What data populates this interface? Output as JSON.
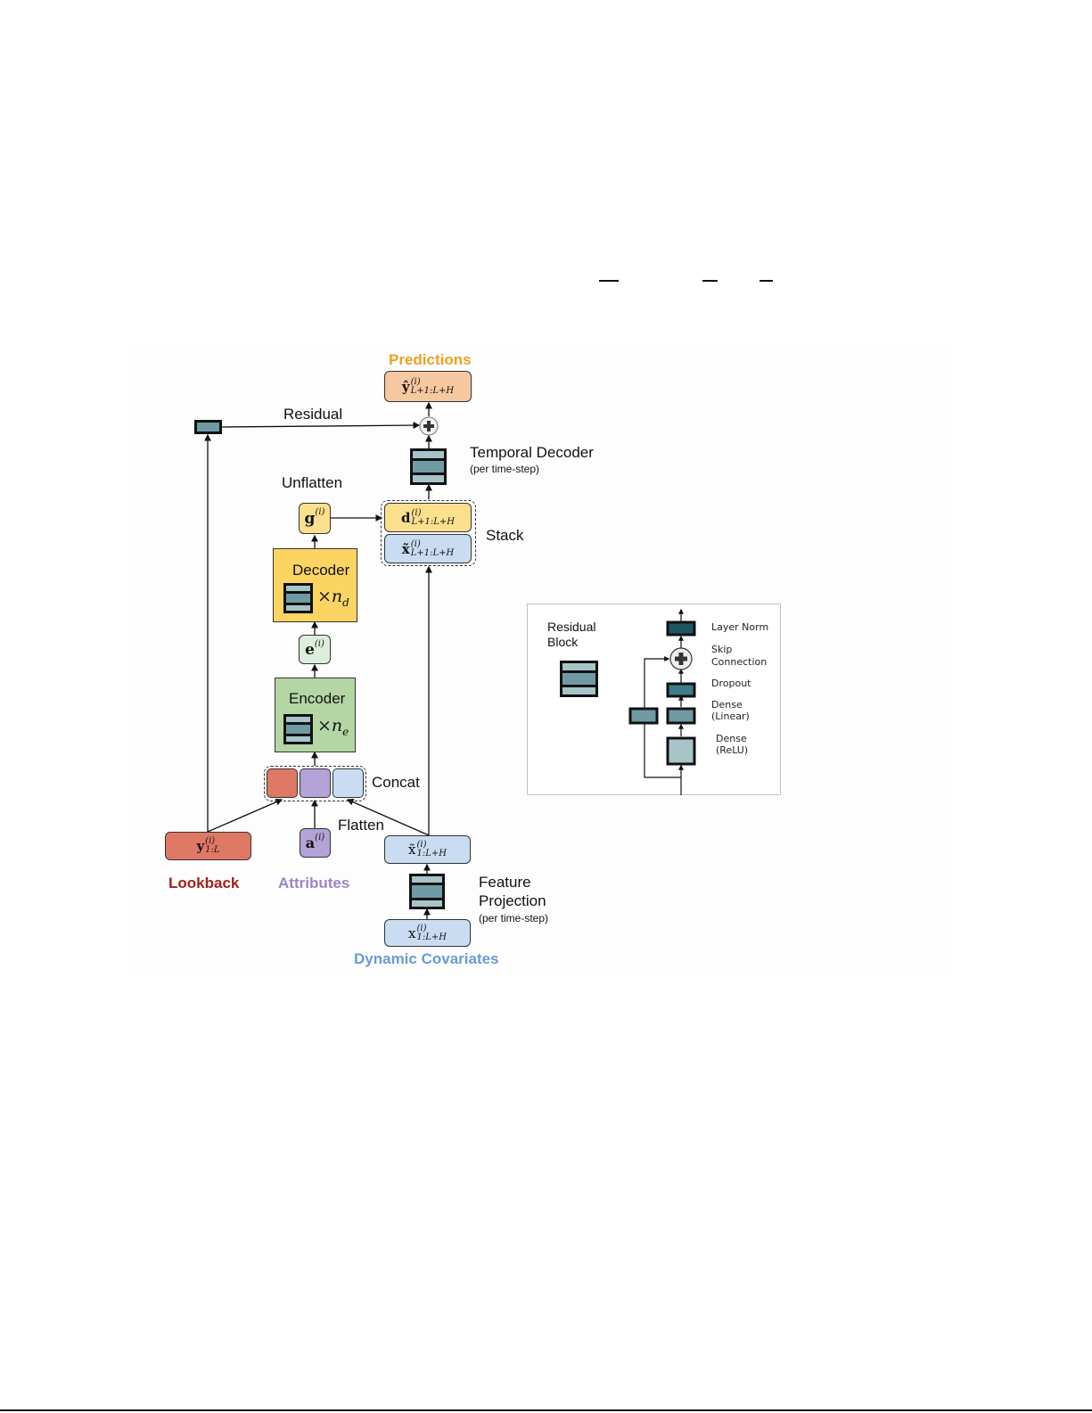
{
  "figure": {
    "titles": {
      "predictions": "Predictions",
      "lookback": "Lookback",
      "attributes": "Attributes",
      "dynamic_covariates": "Dynamic Covariates"
    },
    "labels": {
      "residual": "Residual",
      "temporal_decoder": "Temporal Decoder",
      "temporal_decoder_sub": "(per time-step)",
      "unflatten": "Unflatten",
      "stack": "Stack",
      "decoder": "Decoder",
      "encoder": "Encoder",
      "concat": "Concat",
      "flatten": "Flatten",
      "feature_projection_1": "Feature",
      "feature_projection_2": "Projection",
      "feature_projection_sub": "(per time-step)",
      "decoder_repeat": "×n",
      "decoder_repeat_sub": "d",
      "encoder_repeat": "×n",
      "encoder_repeat_sub": "e"
    },
    "nodes": {
      "y_hat": {
        "sym": "ŷ",
        "sup": "(i)",
        "sub": "L+1:L+H"
      },
      "g": {
        "sym": "g",
        "sup": "(i)"
      },
      "d": {
        "sym": "d",
        "sup": "(i)",
        "sub": "L+1:L+H"
      },
      "x_tilde_future": {
        "sym": "x̃",
        "sup": "(i)",
        "sub": "L+1:L+H"
      },
      "e": {
        "sym": "e",
        "sup": "(i)"
      },
      "y_lookback": {
        "sym": "y",
        "sup": "(i)",
        "sub": "1:L"
      },
      "a": {
        "sym": "a",
        "sup": "(i)"
      },
      "x_tilde": {
        "sym": "x̃",
        "sup": "(i)",
        "sub": "1:L+H"
      },
      "x": {
        "sym": "x",
        "sup": "(i)",
        "sub": "1:L+H"
      }
    },
    "inset": {
      "title_1": "Residual",
      "title_2": "Block",
      "layers": [
        {
          "label": "Layer Norm"
        },
        {
          "label": "Skip",
          "label2": "Connection"
        },
        {
          "label": "Dropout"
        },
        {
          "label": "Dense",
          "label2": "(Linear)"
        },
        {
          "label": "Dense",
          "label2": "(ReLU)"
        }
      ]
    },
    "colors": {
      "predictions_title": "#f0a020",
      "lookback_title": "#a3201a",
      "attributes_title": "#9a86c8",
      "covariates_title": "#6a9ad8",
      "predictions_fill": "#f6c8a0",
      "lookback_fill": "#e07866",
      "attributes_fill": "#b3a3d8",
      "covariate_fill": "#c9dcf2",
      "decoder_fill": "#fcd462",
      "d_fill": "#fde08e",
      "encoder_fill": "#b4d6a4",
      "e_fill": "#ddeedd",
      "block_mid": "#6f9aa3",
      "block_light": "#a7c4c8",
      "layer_norm": "#1f5663",
      "dropout": "#3f7b88"
    }
  }
}
